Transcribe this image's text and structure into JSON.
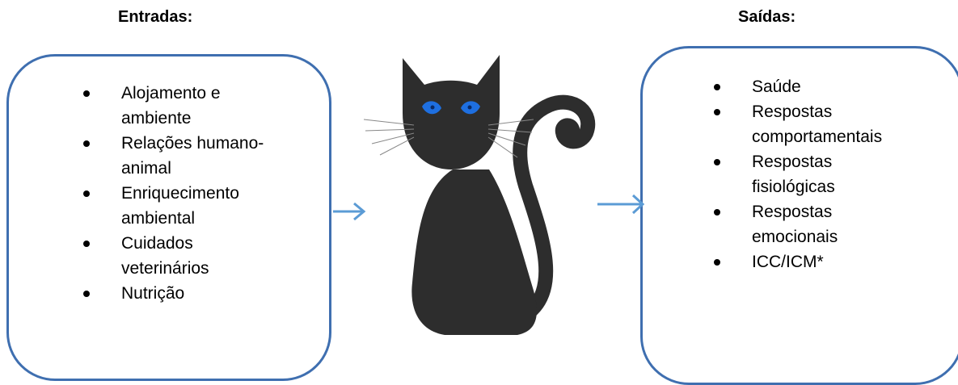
{
  "inputs": {
    "heading": "Entradas:",
    "items": [
      "Alojamento e ambiente",
      "Relações humano-animal",
      "Enriquecimento ambiental",
      "Cuidados veterinários",
      "Nutrição"
    ]
  },
  "outputs": {
    "heading": "Saídas:",
    "items": [
      "Saúde",
      "Respostas comportamentais",
      "Respostas fisiológicas",
      "Respostas emocionais",
      "ICC/ICM*"
    ]
  },
  "colors": {
    "box_border": "#3f6fb0",
    "arrow": "#5b9bd5",
    "cat_body": "#2d2d2d",
    "cat_eyes": "#1e6fe0"
  }
}
